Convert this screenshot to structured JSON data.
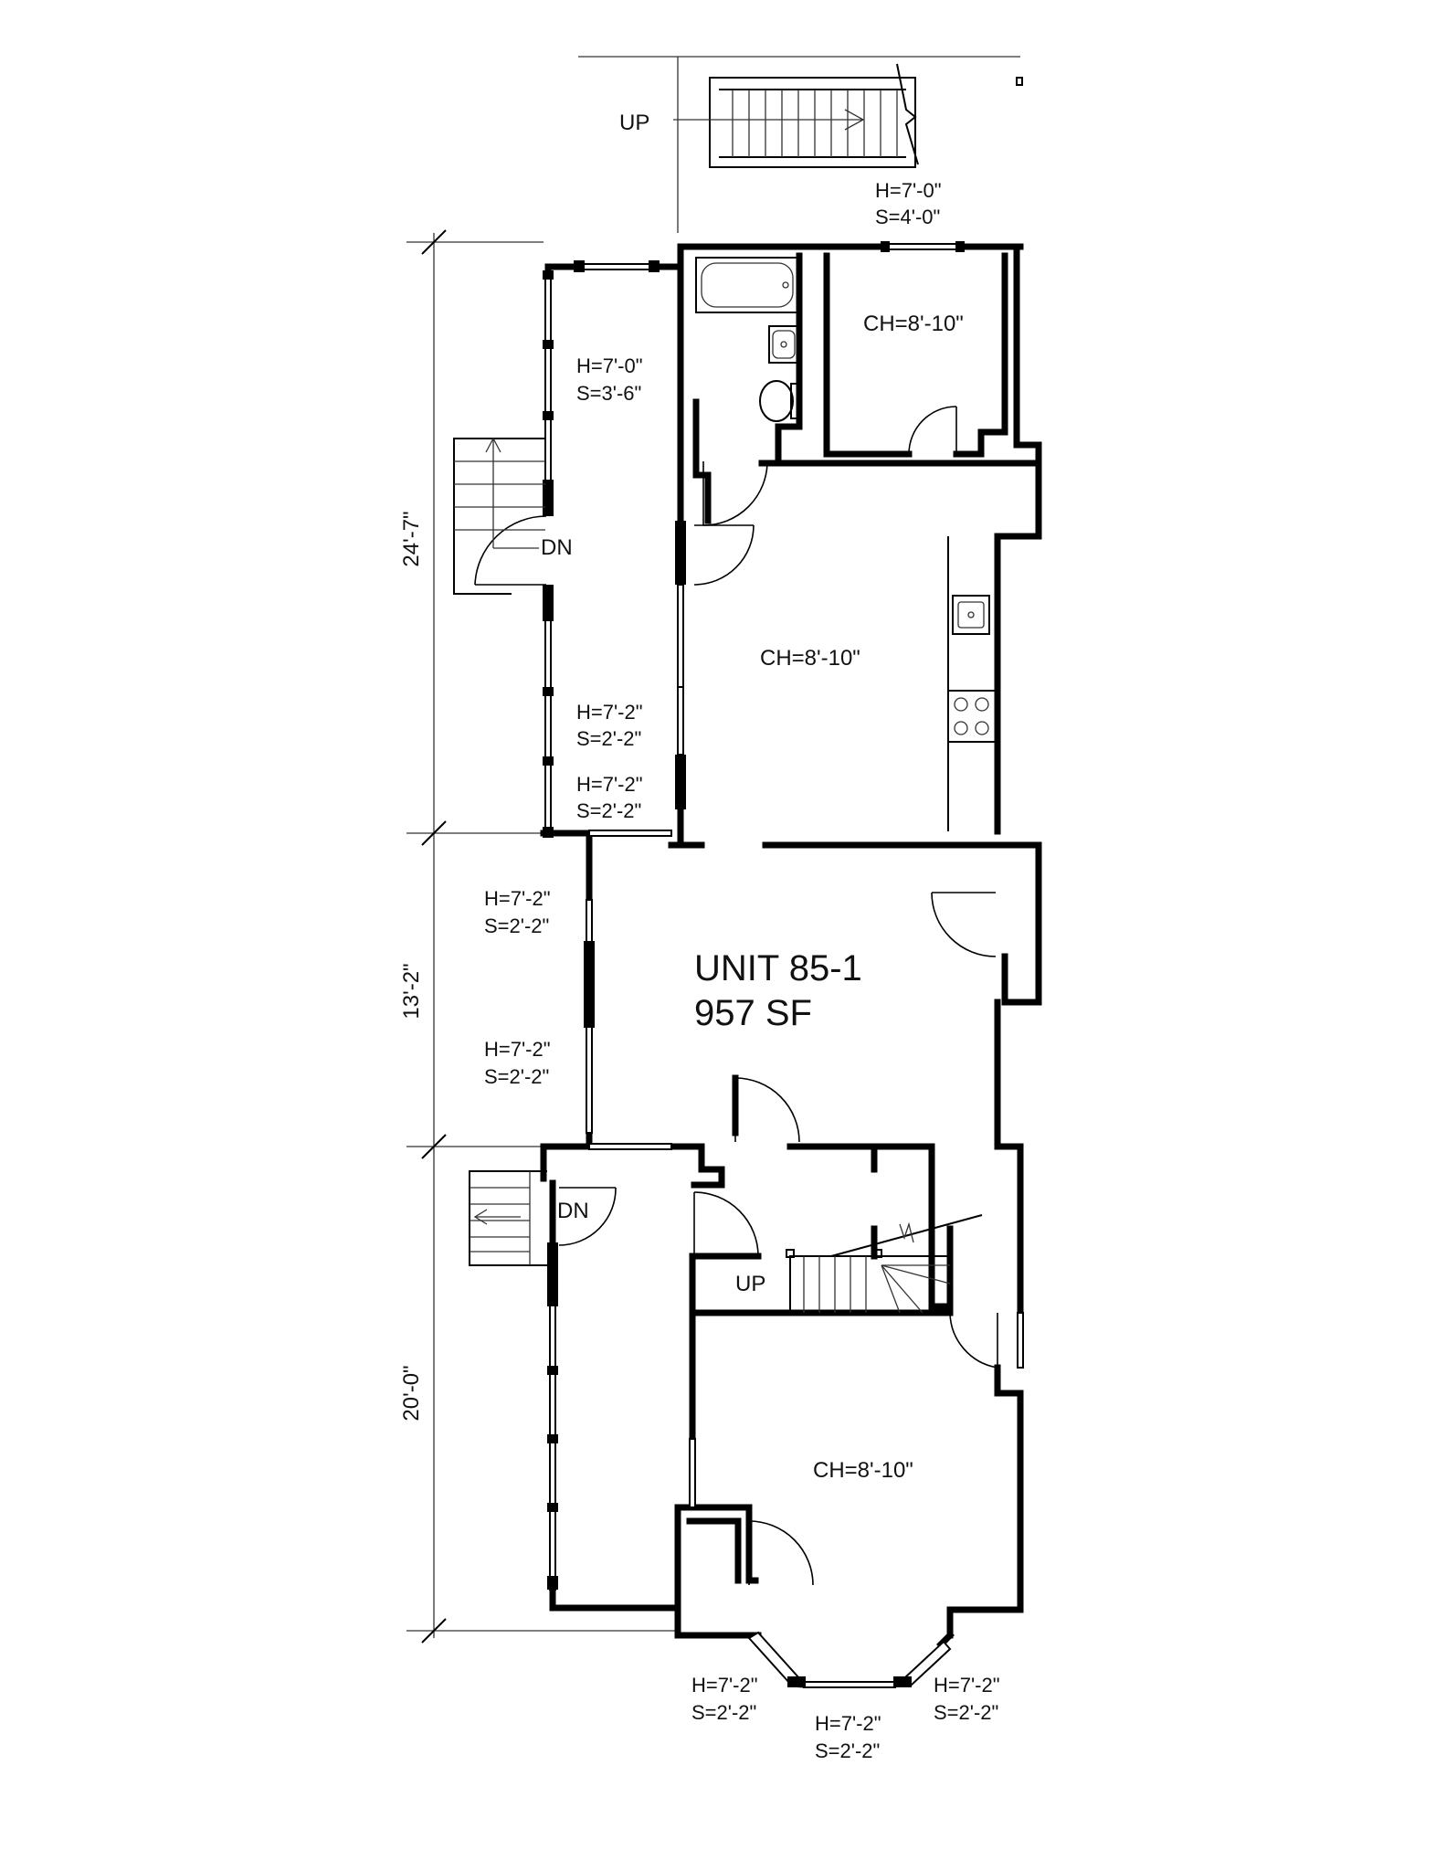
{
  "unit": {
    "name": "UNIT 85-1",
    "area": "957 SF"
  },
  "dimensions": {
    "upper": "24'-7\"",
    "middle": "13'-2\"",
    "lower": "20'-0\""
  },
  "ceiling_heights": {
    "bedroom": "CH=8'-10\"",
    "kitchen": "CH=8'-10\"",
    "front_room": "CH=8'-10\""
  },
  "stairs": {
    "top_up": "UP",
    "side_dn": "DN",
    "lower_dn": "DN",
    "interior_up": "UP"
  },
  "windows": {
    "top": {
      "h": "H=7'-0\"",
      "s": "S=4'-0\""
    },
    "porch_upper": {
      "h": "H=7'-0\"",
      "s": "S=3'-6\""
    },
    "porch_mid1": {
      "h": "H=7'-2\"",
      "s": "S=2'-2\""
    },
    "porch_mid2": {
      "h": "H=7'-2\"",
      "s": "S=2'-2\""
    },
    "living_upper": {
      "h": "H=7'-2\"",
      "s": "S=2'-2\""
    },
    "living_lower": {
      "h": "H=7'-2\"",
      "s": "S=2'-2\""
    },
    "bay_left": {
      "h": "H=7'-2\"",
      "s": "S=2'-2\""
    },
    "bay_center": {
      "h": "H=7'-2\"",
      "s": "S=2'-2\""
    },
    "bay_right": {
      "h": "H=7'-2\"",
      "s": "S=2'-2\""
    }
  }
}
